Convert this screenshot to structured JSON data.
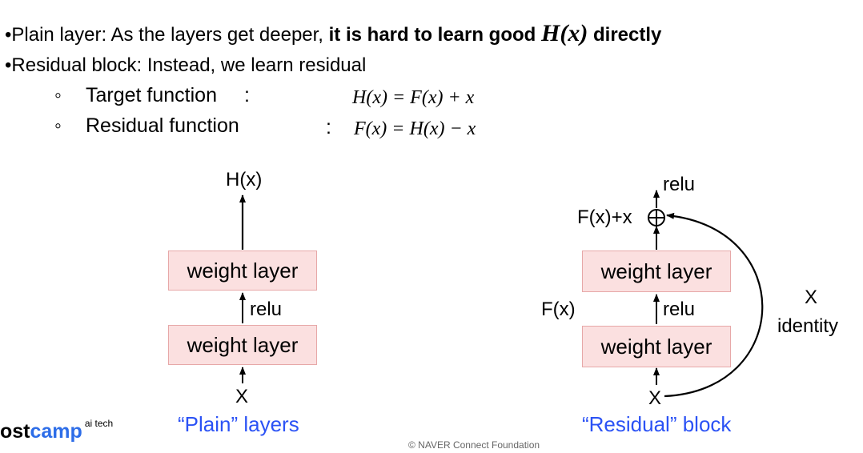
{
  "bullets": {
    "b1": {
      "prefix": "Plain layer: As the layers get deeper, ",
      "bold": "it is hard to learn good",
      "math": "H(x)",
      "suffix": "directly"
    },
    "b2": "Residual block: Instead, we learn residual",
    "sub1": {
      "label": "Target function",
      "sep": ":",
      "formula": "H(x) = F(x) + x"
    },
    "sub2": {
      "label": "Residual function",
      "sep": ":",
      "formula": "F(x) = H(x) − x"
    }
  },
  "plain": {
    "output": "H(x)",
    "top_box": "weight layer",
    "activation": "relu",
    "bottom_box": "weight layer",
    "input": "X",
    "caption": "“Plain” layers"
  },
  "residual": {
    "activation_top": "relu",
    "sum_label": "F(x)+x",
    "top_box": "weight layer",
    "fx_label": "F(x)",
    "activation": "relu",
    "bottom_box": "weight layer",
    "input": "X",
    "skip_label": "X",
    "skip_sublabel": "identity",
    "caption": "“Residual” block"
  },
  "logo": {
    "part1": "ost",
    "part2": "camp",
    "sup": "ai tech"
  },
  "footer": "© NAVER Connect Foundation",
  "colors": {
    "box_fill": "#fbe0e0",
    "box_border": "#e7a8a8",
    "caption": "#2b52f5",
    "logo_accent": "#2d6de8"
  }
}
